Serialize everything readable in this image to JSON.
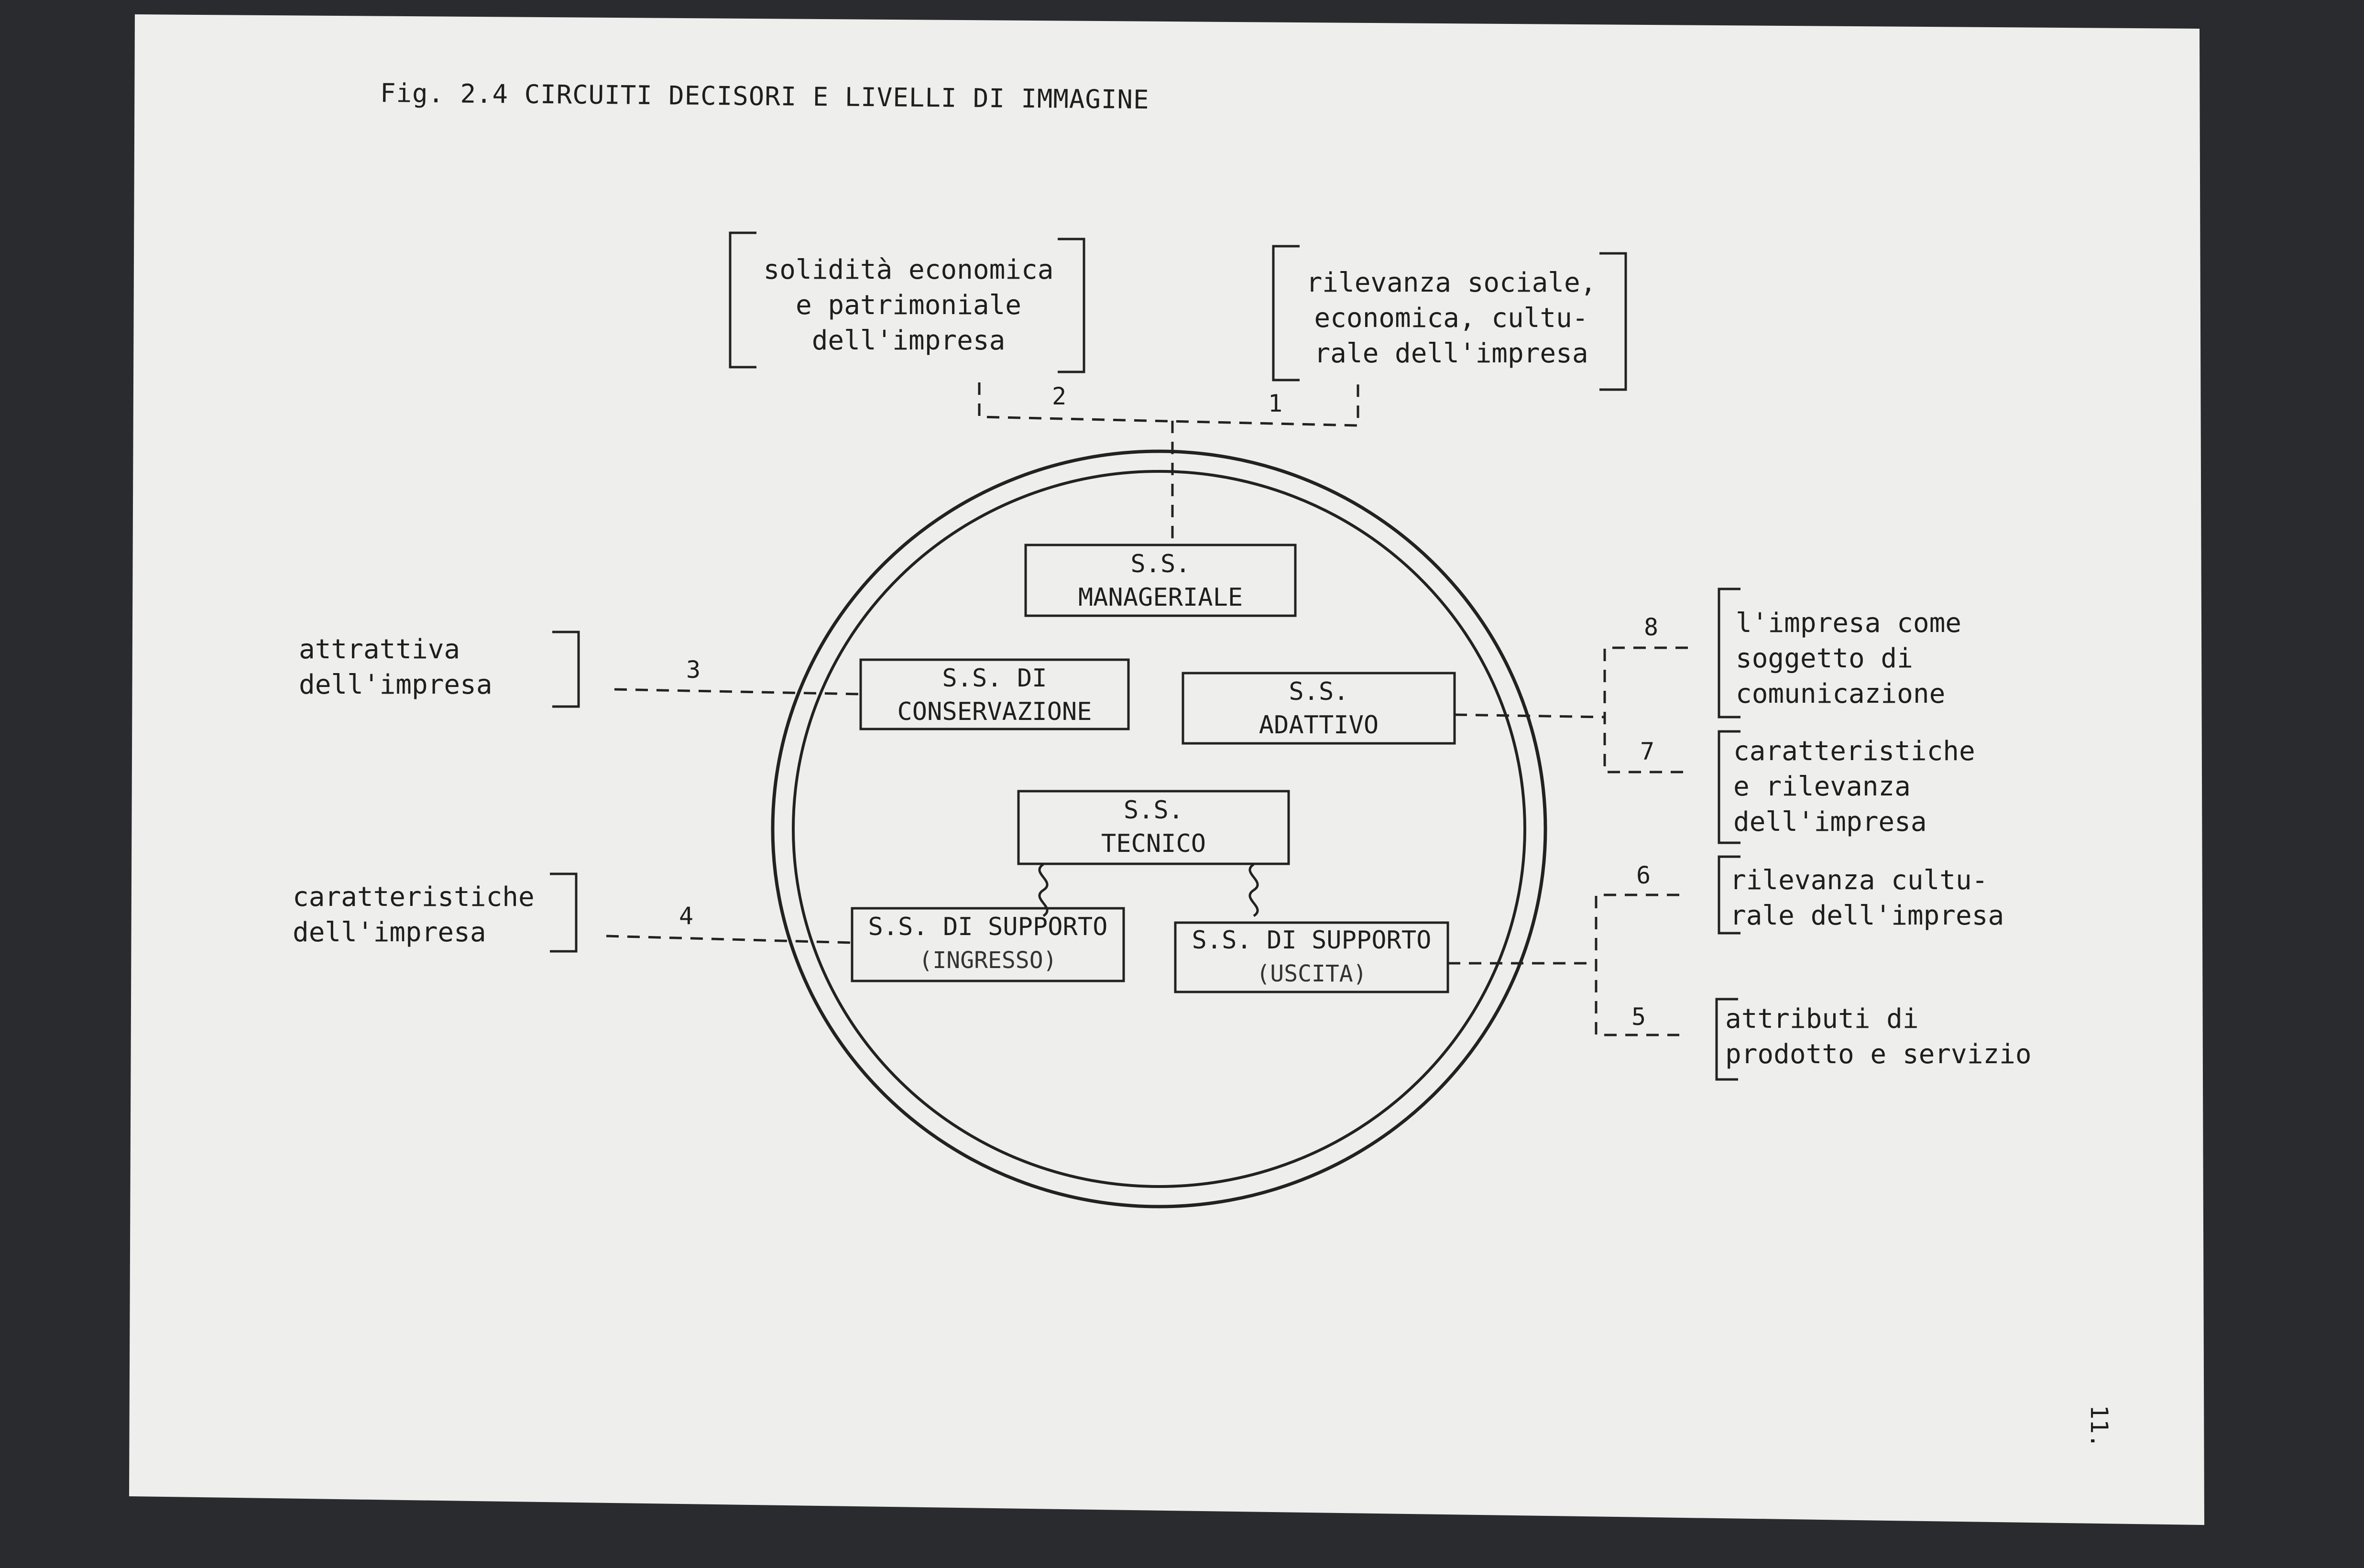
{
  "title": "Fig. 2.4  CIRCUITI DECISORI E LIVELLI DI IMMAGINE",
  "page_number": "11.",
  "subsystems": {
    "managerial": [
      "S.S.",
      "MANAGERIALE"
    ],
    "conservation": [
      "S.S. DI",
      "CONSERVAZIONE"
    ],
    "adaptive": [
      "S.S.",
      "ADATTIVO"
    ],
    "technical": [
      "S.S.",
      "TECNICO"
    ],
    "support_in": [
      "S.S. DI SUPPORTO",
      "(INGRESSO)"
    ],
    "support_out": [
      "S.S. DI SUPPORTO",
      "(USCITA)"
    ]
  },
  "image_levels": [
    {
      "number": "1",
      "lines": [
        "rilevanza sociale,",
        "economica, cultu-",
        "rale dell'impresa"
      ]
    },
    {
      "number": "2",
      "lines": [
        "solidità economica",
        "e patrimoniale",
        "dell'impresa"
      ]
    },
    {
      "number": "3",
      "lines": [
        "attrattiva",
        "dell'impresa"
      ]
    },
    {
      "number": "4",
      "lines": [
        "caratteristiche",
        "dell'impresa"
      ]
    },
    {
      "number": "5",
      "lines": [
        "attributi di",
        "prodotto e servizio"
      ]
    },
    {
      "number": "6",
      "lines": [
        "rilevanza cultu-",
        "rale dell'impresa"
      ]
    },
    {
      "number": "7",
      "lines": [
        "caratteristiche",
        "e rilevanza",
        "dell'impresa"
      ]
    },
    {
      "number": "8",
      "lines": [
        "l'impresa come",
        "soggetto di",
        "comunicazione"
      ]
    }
  ]
}
